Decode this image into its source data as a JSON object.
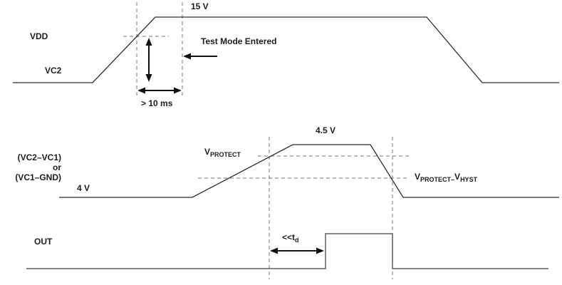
{
  "colors": {
    "background": "#ffffff",
    "waveform": "#2d2d2d",
    "waveform_light": "#5e5e5e",
    "dashed": "#8d8d8d",
    "arrow": "#111111",
    "text": "#1d1d1d"
  },
  "top": {
    "vdd_label": "VDD",
    "vc2_label": "VC2",
    "level_label": "15 V",
    "annotation_label": "Test Mode Entered",
    "duration_label": "> 10 ms"
  },
  "middle": {
    "signal_line1": "(VC2–VC1)",
    "signal_line2": "or",
    "signal_line3": "(VC1–GND)",
    "start_level_label": "4 V",
    "peak_level_label": "4.5 V",
    "vprotect_symbol": "V",
    "vprotect_subscript": "PROTECT",
    "hyst_minus": "–",
    "vhyst_symbol": "V",
    "vhyst_subscript": "HYST"
  },
  "bottom": {
    "out_label": "OUT",
    "delay_main": "<<t",
    "delay_subscript": "d"
  }
}
